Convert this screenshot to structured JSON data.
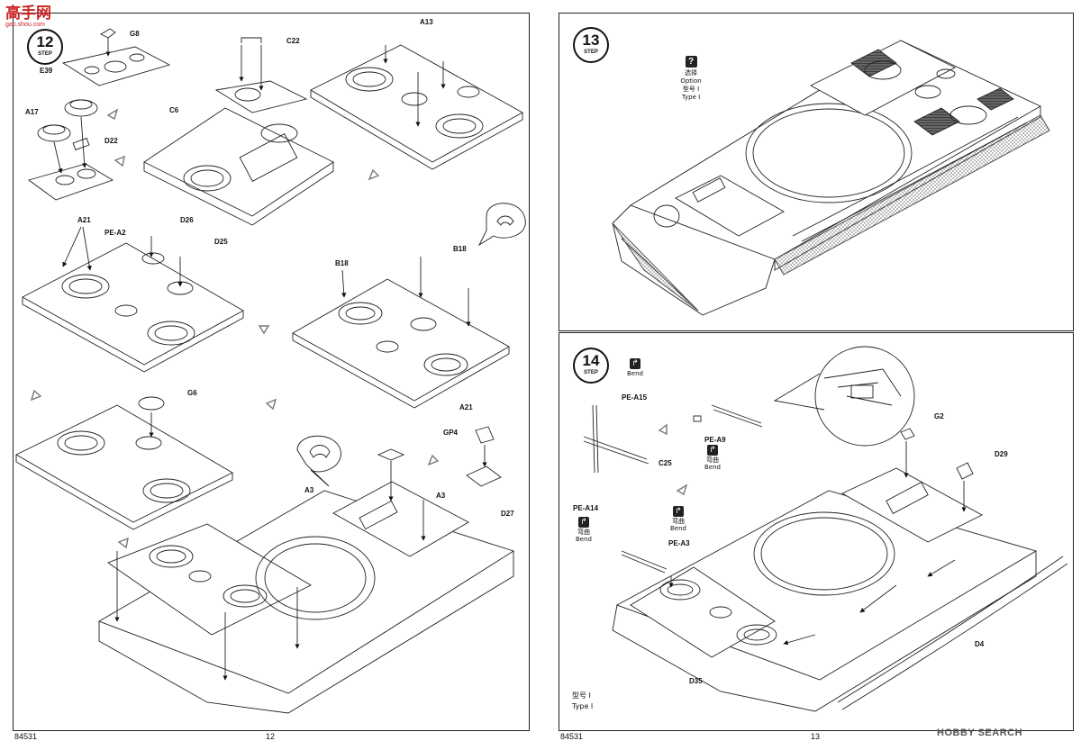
{
  "watermark": {
    "site_cn": "高手网",
    "site_url": "gao.shou.com",
    "brand": "HOBBY SEARCH"
  },
  "left_page": {
    "step": {
      "number": "12",
      "word": "STEP"
    },
    "page_number": "12",
    "catalog_number": "84531",
    "parts": {
      "g8": "G8",
      "e39": "E39",
      "c22": "C22",
      "a13": "A13",
      "a17": "A17",
      "c6": "C6",
      "d22": "D22",
      "a21_top": "A21",
      "pe_a2": "PE-A2",
      "d26": "D26",
      "d25": "D25",
      "b18_left": "B18",
      "b18_right": "B18",
      "a21_right": "A21",
      "g6": "G6",
      "gp4": "GP4",
      "a3_left": "A3",
      "a3_right": "A3",
      "d27": "D27"
    }
  },
  "right_page": {
    "step13": {
      "number": "13",
      "word": "STEP"
    },
    "option": {
      "icon": "?",
      "cn": "选择",
      "en": "Option",
      "type_cn": "型号 Ⅰ",
      "type_en": "Type Ⅰ"
    },
    "step14": {
      "number": "14",
      "word": "STEP"
    },
    "page_number": "13",
    "catalog_number": "84531",
    "type_note": {
      "cn": "型号 Ⅰ",
      "en": "Type Ⅰ"
    },
    "bend_labels": {
      "top": {
        "cn": "",
        "en": "Bend"
      },
      "pe_a9": {
        "cn": "弯曲",
        "en": "Bend"
      },
      "pe_a3": {
        "cn": "弯曲",
        "en": "Bend"
      },
      "pe_a14": {
        "cn": "弯曲",
        "en": "Bend"
      }
    },
    "parts": {
      "pe_a15": "PE-A15",
      "pe_a9": "PE-A9",
      "c25": "C25",
      "pe_a3": "PE-A3",
      "pe_a14": "PE-A14",
      "g2": "G2",
      "d29": "D29",
      "d4": "D4",
      "d35": "D35"
    }
  }
}
